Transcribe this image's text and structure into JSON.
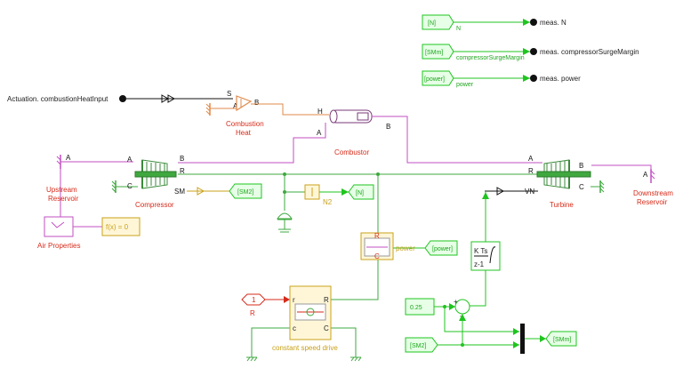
{
  "colors": {
    "signal": "#1fc41f",
    "gas": "#c24fc2",
    "thermal": "#e08a4a",
    "mech": "#3fa83f",
    "label_red": "#d62b1a",
    "label_gold": "#c9a11a",
    "block_fill": "#fff6d8",
    "goto_fill": "#e6ffe6"
  },
  "measurements": [
    {
      "tag": "[N]",
      "signal": "N",
      "out": "meas. N"
    },
    {
      "tag": "[SMm]",
      "signal": "compressorSurgeMargin",
      "out": "meas. compressorSurgeMargin"
    },
    {
      "tag": "[power]",
      "signal": "power",
      "out": "meas. power"
    }
  ],
  "inport": {
    "label": "Actuation. combustionHeatInput"
  },
  "heat_block": {
    "name_line1": "Combustion",
    "name_line2": "Heat",
    "port_s": "S",
    "port_a": "A",
    "port_b": "B"
  },
  "combustor": {
    "name": "Combustor",
    "port_h": "H",
    "port_a": "A",
    "port_b": "B"
  },
  "compressor": {
    "name": "Compressor",
    "port_a": "A",
    "port_b": "B",
    "port_r": "R",
    "port_c": "C",
    "sm_out": "SM"
  },
  "turbine": {
    "name": "Turbine",
    "port_a": "A",
    "port_b": "B",
    "port_r": "R",
    "port_c": "C",
    "vn_out": "VN"
  },
  "upstream": {
    "line1": "Upstream",
    "line2": "Reservoir",
    "port": "A"
  },
  "downstream": {
    "line1": "Downstream",
    "line2": "Reservoir",
    "port": "A"
  },
  "air_props": {
    "name": "Air Properties"
  },
  "solver": {
    "label": "f(x) = 0"
  },
  "goto_sm2": {
    "label": "[SM2]"
  },
  "goto_n": {
    "label": "[N]"
  },
  "gain_n": {
    "label": "N2"
  },
  "power_sensor": {
    "label_r": "R",
    "label_c": "C",
    "signal": "power",
    "goto": "[power]"
  },
  "discrete": {
    "kts": "K Ts",
    "den": "z-1"
  },
  "const_block": {
    "value": "0.25"
  },
  "from_sm2": {
    "label": "[SM2]"
  },
  "goto_smm": {
    "label": "[SMm]"
  },
  "sum_signs": {
    "plus": "+",
    "minus": "-"
  },
  "r_inport": {
    "num": "1",
    "label": "R"
  },
  "drive": {
    "name": "constant speed drive",
    "port_r": "R",
    "port_c": "C",
    "port_r_left": "r",
    "port_c_left": "c"
  }
}
